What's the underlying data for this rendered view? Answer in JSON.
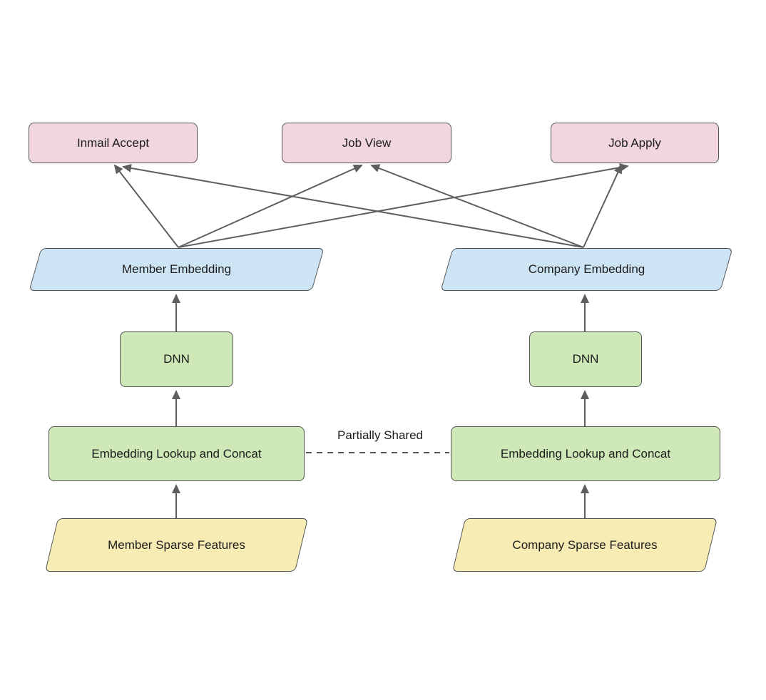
{
  "diagram_type": "multi-task deep learning architecture flowchart",
  "colors": {
    "task_node_fill": "#f2d6de",
    "embedding_node_fill": "#cde4f5",
    "process_node_fill": "#cfe8b8",
    "input_node_fill": "#f7ecb4",
    "node_stroke": "#545454",
    "arrow_color": "#5e5e5e",
    "text_color": "#1c1c1c",
    "background": "#ffffff"
  },
  "nodes": {
    "inmail_accept": {
      "label": "Inmail Accept",
      "shape": "rounded-rect",
      "color": "pink"
    },
    "job_view": {
      "label": "Job View",
      "shape": "rounded-rect",
      "color": "pink"
    },
    "job_apply": {
      "label": "Job Apply",
      "shape": "rounded-rect",
      "color": "pink"
    },
    "member_embedding": {
      "label": "Member Embedding",
      "shape": "parallelogram",
      "color": "blue"
    },
    "company_embedding": {
      "label": "Company Embedding",
      "shape": "parallelogram",
      "color": "blue"
    },
    "member_dnn": {
      "label": "DNN",
      "shape": "rounded-rect",
      "color": "green"
    },
    "company_dnn": {
      "label": "DNN",
      "shape": "rounded-rect",
      "color": "green"
    },
    "member_lookup": {
      "label": "Embedding Lookup and Concat",
      "shape": "rounded-rect",
      "color": "green"
    },
    "company_lookup": {
      "label": "Embedding Lookup and Concat",
      "shape": "rounded-rect",
      "color": "green"
    },
    "member_sparse": {
      "label": "Member Sparse Features",
      "shape": "parallelogram",
      "color": "yellow"
    },
    "company_sparse": {
      "label": "Company Sparse Features",
      "shape": "parallelogram",
      "color": "yellow"
    }
  },
  "annotations": {
    "partially_shared": "Partially Shared"
  },
  "connections": [
    {
      "from": "member_sparse",
      "to": "member_lookup",
      "style": "arrow"
    },
    {
      "from": "member_lookup",
      "to": "member_dnn",
      "style": "arrow"
    },
    {
      "from": "member_dnn",
      "to": "member_embedding",
      "style": "arrow"
    },
    {
      "from": "company_sparse",
      "to": "company_lookup",
      "style": "arrow"
    },
    {
      "from": "company_lookup",
      "to": "company_dnn",
      "style": "arrow"
    },
    {
      "from": "company_dnn",
      "to": "company_embedding",
      "style": "arrow"
    },
    {
      "from": "member_embedding",
      "to": "inmail_accept",
      "style": "arrow"
    },
    {
      "from": "member_embedding",
      "to": "job_view",
      "style": "arrow"
    },
    {
      "from": "member_embedding",
      "to": "job_apply",
      "style": "arrow"
    },
    {
      "from": "company_embedding",
      "to": "inmail_accept",
      "style": "arrow"
    },
    {
      "from": "company_embedding",
      "to": "job_view",
      "style": "arrow"
    },
    {
      "from": "company_embedding",
      "to": "job_apply",
      "style": "arrow"
    },
    {
      "from": "member_lookup",
      "to": "company_lookup",
      "style": "dashed",
      "label": "Partially Shared"
    }
  ]
}
